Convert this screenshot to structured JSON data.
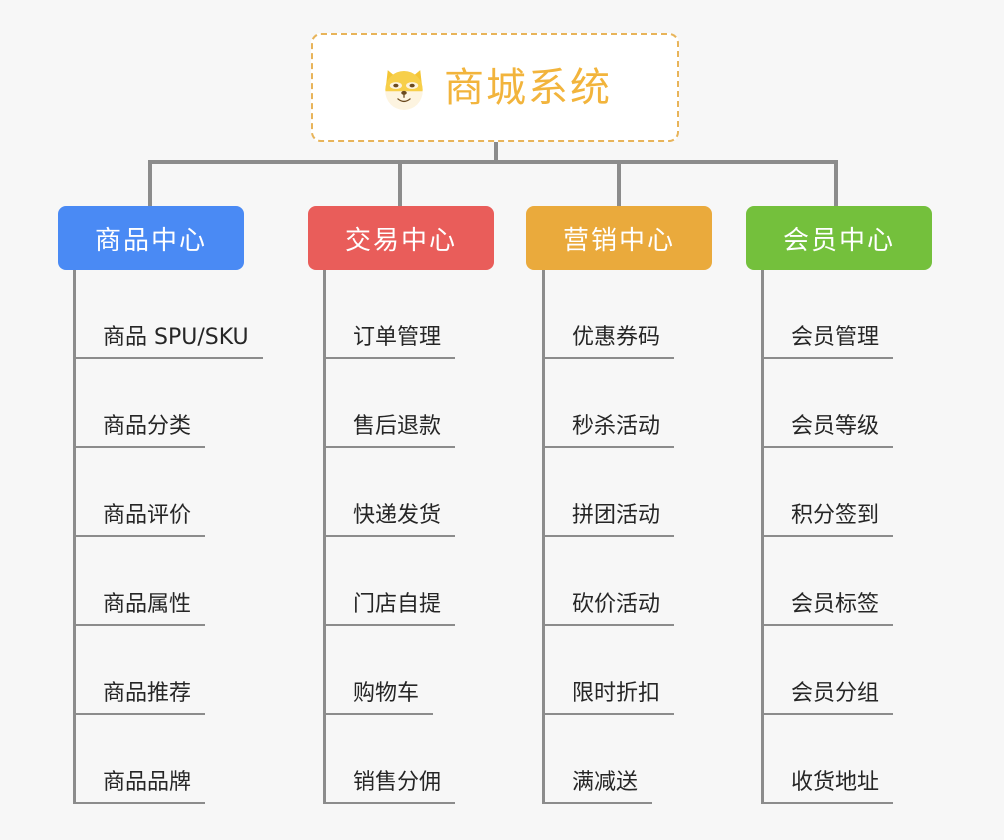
{
  "canvas": {
    "background": "#f7f7f7",
    "line_color": "#8c8c8c"
  },
  "root": {
    "title": "商城系统",
    "icon": "shiba-dog-icon",
    "border_color": "#e8b45a",
    "text_color": "#f2b43c",
    "background": "#ffffff"
  },
  "branches": [
    {
      "label": "商品中心",
      "color": "#4a8af4",
      "children": [
        "商品 SPU/SKU",
        "商品分类",
        "商品评价",
        "商品属性",
        "商品推荐",
        "商品品牌"
      ]
    },
    {
      "label": "交易中心",
      "color": "#e95d5a",
      "children": [
        "订单管理",
        "售后退款",
        "快递发货",
        "门店自提",
        "购物车",
        "销售分佣"
      ]
    },
    {
      "label": "营销中心",
      "color": "#eaaa3c",
      "children": [
        "优惠券码",
        "秒杀活动",
        "拼团活动",
        "砍价活动",
        "限时折扣",
        "满减送"
      ]
    },
    {
      "label": "会员中心",
      "color": "#74c03c",
      "children": [
        "会员管理",
        "会员等级",
        "积分签到",
        "会员标签",
        "会员分组",
        "收货地址"
      ]
    }
  ]
}
